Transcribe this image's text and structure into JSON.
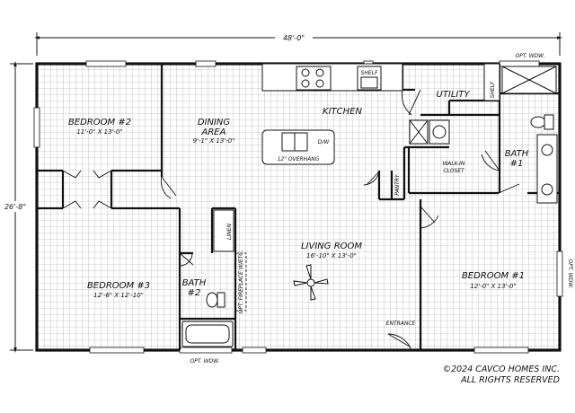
{
  "plan": {
    "overall_width": "48'-0\"",
    "overall_depth": "26'-8\"",
    "rooms": {
      "bedroom2": {
        "name": "BEDROOM #2",
        "dims": "11'-0\" X 13'-0\""
      },
      "dining": {
        "name_line1": "DINING",
        "name_line2": "AREA",
        "dims": "9'-1\" X 13'-0\""
      },
      "kitchen": {
        "name": "KITCHEN"
      },
      "utility": {
        "name": "UTILITY"
      },
      "bath1": {
        "name_line1": "BATH",
        "name_line2": "#1"
      },
      "walkin": {
        "line1": "WALK-IN",
        "line2": "CLOSET"
      },
      "pantry": {
        "name": "PANTRY"
      },
      "living": {
        "name": "LIVING ROOM",
        "dims": "16'-10\" X 13'-0\""
      },
      "bedroom1": {
        "name": "BEDROOM #1",
        "dims": "12'-0\" X 13'-0\""
      },
      "bedroom3": {
        "name": "BEDROOM #3",
        "dims": "12'-6\" X 12'-10\""
      },
      "bath2": {
        "name_line1": "BATH",
        "name_line2": "#2"
      }
    },
    "labels": {
      "shelf_kitchen": "SHELF",
      "shelf_utility": "SHELF",
      "dw": "D/W",
      "overhang": "12\" OVERHANG",
      "linen": "LINEN",
      "fireplace": "OPT. FIREPLACE W/ETC.",
      "entrance": "ENTRANCE",
      "opt_wdw_top": "OPT. WDW.",
      "opt_wdw_bottom": "OPT. WDW.",
      "opt_wdw_right": "OPT. WDW."
    },
    "copyright_line1": "©2024 CAVCO HOMES INC.",
    "copyright_line2": "ALL RIGHTS RESERVED"
  }
}
